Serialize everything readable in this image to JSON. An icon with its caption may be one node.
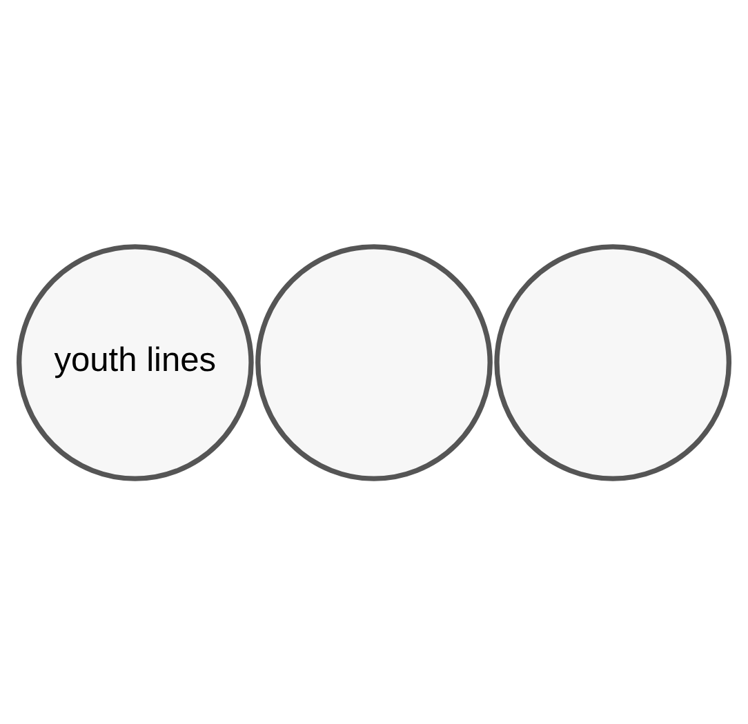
{
  "diagram": {
    "nodes": [
      {
        "text": [],
        "shape": "circle"
      },
      {
        "text": [
          "youth lines"
        ]
      },
      {
        "text": [],
        "shape": "circle"
      }
    ]
  }
}
